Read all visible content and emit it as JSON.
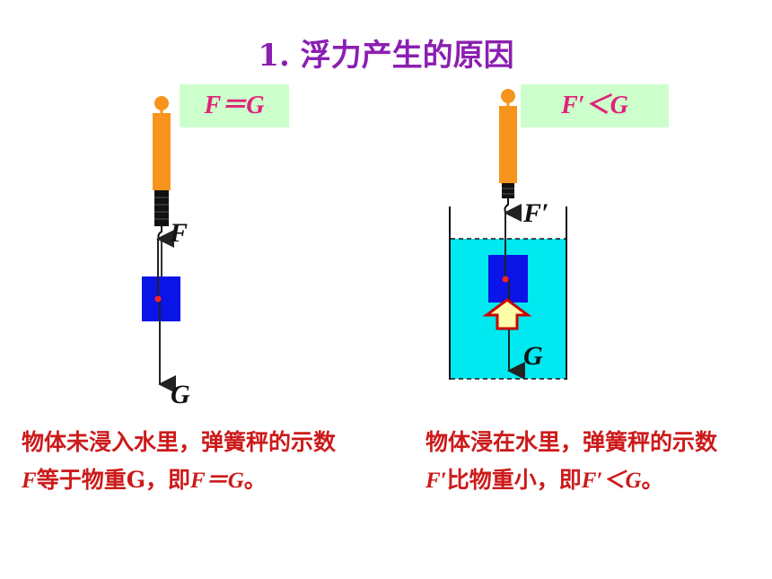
{
  "title": "1. 浮力产生的原因",
  "left": {
    "equation": "F＝G",
    "force_up_label": "F",
    "force_down_label": "G",
    "caption_line1": "物体未浸入水里，弹簧秤的示数",
    "caption_line2_a": "F",
    "caption_line2_b": "等于物重G，即",
    "caption_line2_c": "F＝G",
    "caption_line2_d": "。"
  },
  "right": {
    "equation": "F′＜G",
    "force_up_label": "F′",
    "force_down_label": "G",
    "caption_line1": "物体浸在水里，弹簧秤的示数",
    "caption_line2_a": "F′",
    "caption_line2_b": "比物重小，即",
    "caption_line2_c": "F′＜G",
    "caption_line2_d": "。"
  },
  "colors": {
    "title": "#8b1fb0",
    "equation_text": "#e0227a",
    "equation_bg": "#ccffcc",
    "spring_scale": "#f7941d",
    "block": "#0a14e6",
    "water": "#00e8f0",
    "buoyancy_arrow": "#cc0000",
    "caption": "#cc1a1a"
  }
}
